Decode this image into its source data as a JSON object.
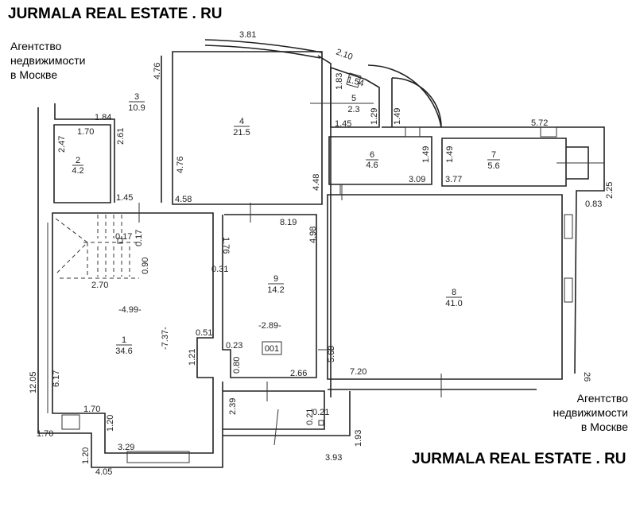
{
  "watermark": {
    "brand": "JURMALA REAL ESTATE . RU",
    "agency_lines": [
      "Агентство",
      "недвижимости",
      "в Москве"
    ]
  },
  "rooms": [
    {
      "number": "1",
      "area": "34.6"
    },
    {
      "number": "2",
      "area": "4.2"
    },
    {
      "number": "3",
      "area": "10.9"
    },
    {
      "number": "4",
      "area": "21.5"
    },
    {
      "number": "5",
      "area": "2.3"
    },
    {
      "number": "6",
      "area": "4.6"
    },
    {
      "number": "7",
      "area": "5.6"
    },
    {
      "number": "8",
      "area": "41.0"
    },
    {
      "number": "9",
      "area": "14.2"
    }
  ],
  "tag": "001",
  "dimensions": [
    "3.81",
    "4.76",
    "1.84",
    "1.70",
    "2.47",
    "2.61",
    "1.45",
    "4.76",
    "4.58",
    "4.48",
    "2.10",
    "1.54",
    "1.83",
    "1.45",
    "1.29",
    "1.49",
    "5.72",
    "1.49",
    "3.09",
    "1.49",
    "3.77",
    "2.25",
    "0.83",
    "0.17",
    "0.17",
    "0.90",
    "2.70",
    "1.76",
    "0.31",
    "8.19",
    "4.98",
    "-4.99-",
    "-7.37-",
    "0.51",
    "1.21",
    "-2.89-",
    "0.23",
    "0.80",
    "2.66",
    "5.69",
    "7.20",
    "12.05",
    "6.17",
    "1.70",
    "1.70",
    "1.20",
    "3.29",
    "1.20",
    "4.05",
    "2.39",
    "0.21",
    "0.21",
    "1.93",
    "3.93",
    "26"
  ]
}
